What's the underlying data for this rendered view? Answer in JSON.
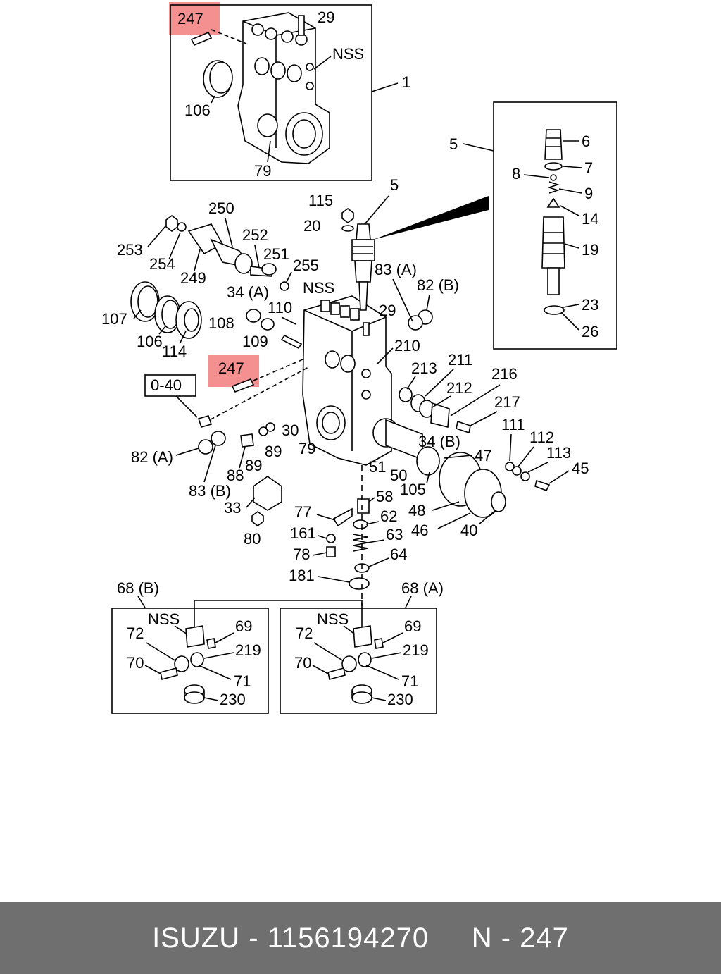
{
  "footer": {
    "brand": "ISUZU",
    "sep1": " - ",
    "part_number": "1156194270",
    "gap": "     ",
    "ref": "N - 247"
  },
  "highlight_label": "247",
  "labels": {
    "l247a": "247",
    "l29a": "29",
    "lnssa": "NSS",
    "l1": "1",
    "l106a": "106",
    "l79a": "79",
    "l5box": "5",
    "l6": "6",
    "l7": "7",
    "l8": "8",
    "l9": "9",
    "l14": "14",
    "l19": "19",
    "l23": "23",
    "l26": "26",
    "l115": "115",
    "l5": "5",
    "l20": "20",
    "l250": "250",
    "l252": "252",
    "l251": "251",
    "l253": "253",
    "l254": "254",
    "l249": "249",
    "l255": "255",
    "l34a": "34 (A)",
    "lnssb": "NSS",
    "l110": "110",
    "l83a": "83 (A)",
    "l82b": "82 (B)",
    "l107": "107",
    "l108": "108",
    "l109": "109",
    "l29b": "29",
    "l106b": "106",
    "l114": "114",
    "l210": "210",
    "l247b": "247",
    "l213": "213",
    "l211": "211",
    "l216": "216",
    "l212": "212",
    "l217": "217",
    "l040": "0-40",
    "l30": "30",
    "l82a": "82 (A)",
    "l89a": "89",
    "l79b": "79",
    "l34b": "34 (B)",
    "l111": "111",
    "l112": "112",
    "l113": "113",
    "l47": "47",
    "l45": "45",
    "l88": "88",
    "l89b": "89",
    "l83b": "83 (B)",
    "l51": "51",
    "l50": "50",
    "l105": "105",
    "l58": "58",
    "l48": "48",
    "l33": "33",
    "l46": "46",
    "l40": "40",
    "l77": "77",
    "l62": "62",
    "l161": "161",
    "l63": "63",
    "l80": "80",
    "l78": "78",
    "l64": "64",
    "l181": "181",
    "l68b": "68 (B)",
    "l68a": "68 (A)",
    "b_nss": "NSS",
    "b_69": "69",
    "b_72": "72",
    "b_219": "219",
    "b_70": "70",
    "b_71": "71",
    "b_230": "230",
    "a_nss": "NSS",
    "a_69": "69",
    "a_72": "72",
    "a_219": "219",
    "a_70": "70",
    "a_71": "71",
    "a_230": "230"
  }
}
